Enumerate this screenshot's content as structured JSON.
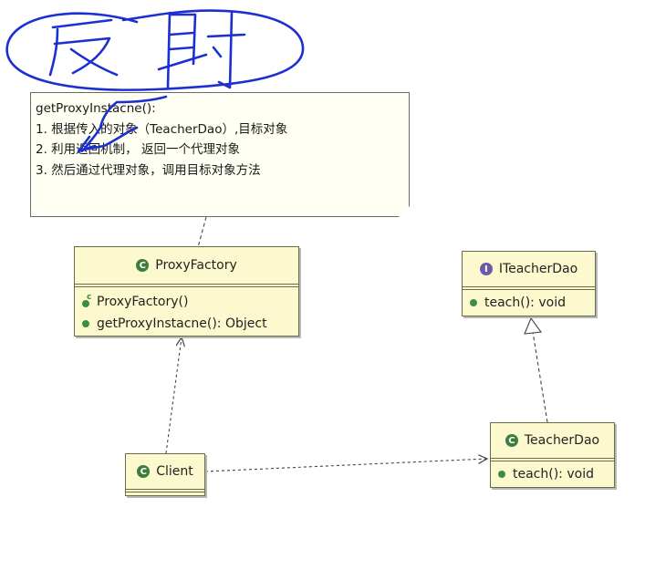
{
  "note": {
    "lines": [
      "getProxyInstacne():",
      "1. 根据传入的对象（TeacherDao）,目标对象",
      "2. 利用返回机制， 返回一个代理对象",
      "3. 然后通过代理对象，调用目标对象方法"
    ]
  },
  "handwriting": {
    "text": "反射"
  },
  "classes": {
    "proxy_factory": {
      "name": "ProxyFactory",
      "members": [
        "ProxyFactory()",
        "getProxyInstacne(): Object"
      ]
    },
    "iteacher_dao": {
      "name": "ITeacherDao",
      "members": [
        "teach(): void"
      ]
    },
    "teacher_dao": {
      "name": "TeacherDao",
      "members": [
        "teach(): void"
      ]
    },
    "client": {
      "name": "Client",
      "members": []
    }
  },
  "badges": {
    "class_letter": "C",
    "interface_letter": "I",
    "constructor_mark": "c"
  },
  "colors": {
    "class_fill": "#fdf9cf",
    "note_fill": "#fffff3",
    "handwriting_ink": "#1c2fd0",
    "class_badge": "#3e7d3e",
    "interface_badge": "#6a5ba8"
  }
}
